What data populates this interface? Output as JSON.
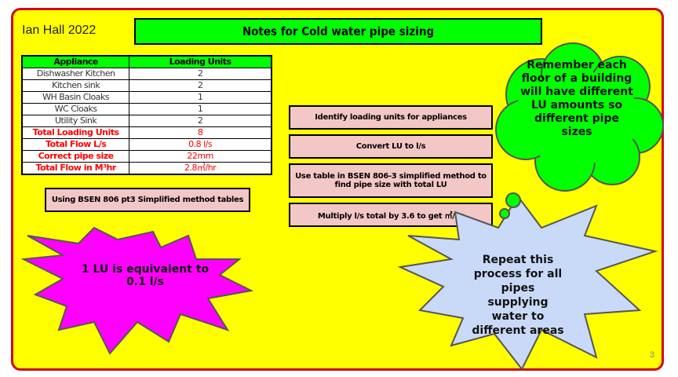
{
  "author": "Ian Hall 2022",
  "title": "Notes for Cold water pipe sizing",
  "table": {
    "headers": [
      "Appliance",
      "Loading Units"
    ],
    "rows": [
      [
        "Dishwasher Kitchen",
        "2"
      ],
      [
        "Kitchen sink",
        "2"
      ],
      [
        "WH Basin Cloaks",
        "1"
      ],
      [
        "WC Cloaks",
        "1"
      ],
      [
        "Utility Sink",
        "2"
      ]
    ],
    "totals": [
      [
        "Total Loading Units",
        "8"
      ],
      [
        "Total Flow L/s",
        "0.8 l/s"
      ],
      [
        "Correct pipe size",
        "22mm"
      ],
      [
        "Total Flow in M³hr",
        "2.8㎥/hr"
      ]
    ]
  },
  "method_note": "Using BSEN 806 pt3 Simplified method tables",
  "steps": [
    "Identify loading units for appliances",
    "Convert LU to l/s",
    "Use table in BSEN 806-3 simplified method to find pipe size with total LU",
    "Multiply l/s total by 3.6 to get ㎥/hr"
  ],
  "burst_magenta": "1 LU is equivalent to 0.1 l/s",
  "cloud": "Remember each floor of a building will have different LU amounts so different pipe sizes",
  "burst_blue": "Repeat this process for all pipes supplying water to different areas",
  "page_number": "3",
  "colors": {
    "bg": "#ffff00",
    "border": "#d0021b",
    "green": "#00ff00",
    "pink": "#f4c7c7",
    "magenta": "#ff00ff",
    "lightblue": "#c9daf8"
  }
}
